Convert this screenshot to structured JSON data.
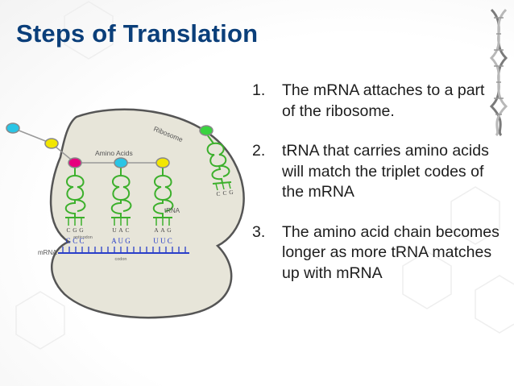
{
  "slide": {
    "title": "Steps of Translation",
    "steps": [
      {
        "number": "1.",
        "text": "The mRNA attaches to a part of the ribosome."
      },
      {
        "number": "2.",
        "text": "tRNA that carries amino acids will match the triplet codes of the mRNA"
      },
      {
        "number": "3.",
        "text": "The amino acid chain becomes longer as more tRNA matches up with mRNA"
      }
    ]
  },
  "diagram": {
    "labels": {
      "ribosome": "Ribosome",
      "amino_acids": "Amino Acids",
      "trna": "tRNA",
      "mrna": "mRNA",
      "anticodon": "anticodon",
      "codon": "codon"
    },
    "codons": [
      "G C C",
      "A U G",
      "U U C"
    ],
    "anticodons": [
      [
        "C",
        "G",
        "G"
      ],
      [
        "U",
        "A",
        "C"
      ],
      [
        "A",
        "A",
        "G"
      ]
    ],
    "free_trna_anticodon": [
      "C",
      "C",
      "G"
    ],
    "colors": {
      "title": "#0b3f7a",
      "amino_magenta": "#e6007e",
      "amino_cyan": "#29c5e6",
      "amino_yellow": "#f2e600",
      "amino_green": "#39d33f",
      "trna": "#3cb02c",
      "mrna": "#2a3fc9",
      "ribosome": "#e7e5d9"
    }
  }
}
